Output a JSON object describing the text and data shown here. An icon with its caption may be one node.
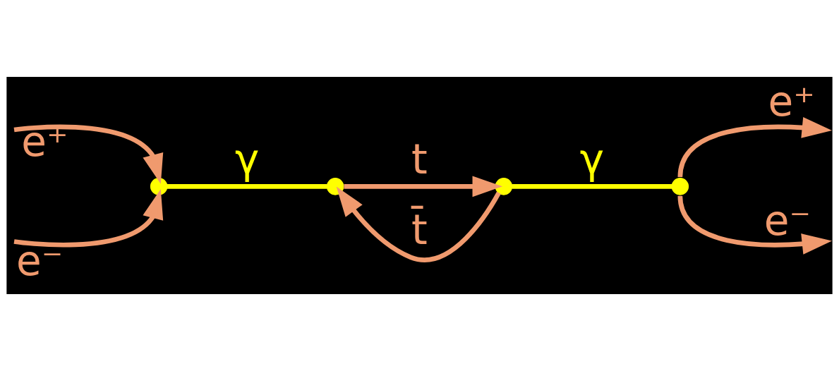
{
  "diagram": {
    "nodes": [
      {
        "text": [],
        "shape": "circle"
      },
      {
        "text": [],
        "shape": "circle"
      },
      {
        "text": [],
        "shape": "circle"
      },
      {
        "text": [],
        "shape": "circle"
      }
    ],
    "edges": [
      {
        "from": null,
        "to": 0,
        "arrow": "to",
        "label": "e⁺"
      },
      {
        "from": null,
        "to": 0,
        "arrow": "to",
        "label": "e⁻"
      },
      {
        "from": 0,
        "to": 1,
        "arrow": "none",
        "label": "γ",
        "color": "#ffff00"
      },
      {
        "from": 1,
        "to": 2,
        "arrow": "to",
        "label": "t"
      },
      {
        "from": 2,
        "to": 1,
        "arrow": "to",
        "label": "t̄"
      },
      {
        "from": 2,
        "to": 3,
        "arrow": "none",
        "label": "γ",
        "color": "#ffff00"
      },
      {
        "from": 3,
        "to": null,
        "arrow": "to",
        "label": "e⁺"
      },
      {
        "from": 3,
        "to": null,
        "arrow": "to",
        "label": "e⁻"
      }
    ]
  }
}
